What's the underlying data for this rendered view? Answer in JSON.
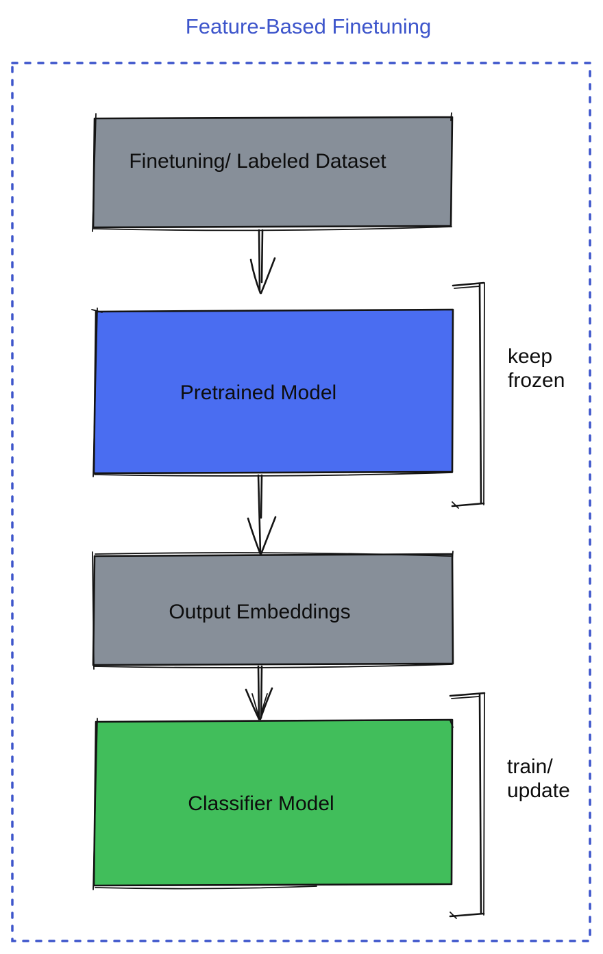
{
  "title": "Feature-Based Finetuning",
  "colors": {
    "accent": "#3D55CB",
    "ink": "#141414",
    "node_gray": "#878F99",
    "node_blue": "#4A6DF1",
    "node_green": "#41BE5B"
  },
  "diagram": {
    "nodes": [
      {
        "id": "finetuning-dataset",
        "label": "Finetuning/ Labeled Dataset",
        "fill": "#878F99"
      },
      {
        "id": "pretrained-model",
        "label": "Pretrained Model",
        "fill": "#4A6DF1"
      },
      {
        "id": "output-embeddings",
        "label": "Output Embeddings",
        "fill": "#878F99"
      },
      {
        "id": "classifier-model",
        "label": "Classifier Model",
        "fill": "#41BE5B"
      }
    ],
    "annotations": [
      {
        "target": "pretrained-model",
        "line1": "keep",
        "line2": "frozen"
      },
      {
        "target": "classifier-model",
        "line1": "train/",
        "line2": "update"
      }
    ],
    "edges": [
      {
        "from": "finetuning-dataset",
        "to": "pretrained-model"
      },
      {
        "from": "pretrained-model",
        "to": "output-embeddings"
      },
      {
        "from": "output-embeddings",
        "to": "classifier-model"
      }
    ]
  }
}
